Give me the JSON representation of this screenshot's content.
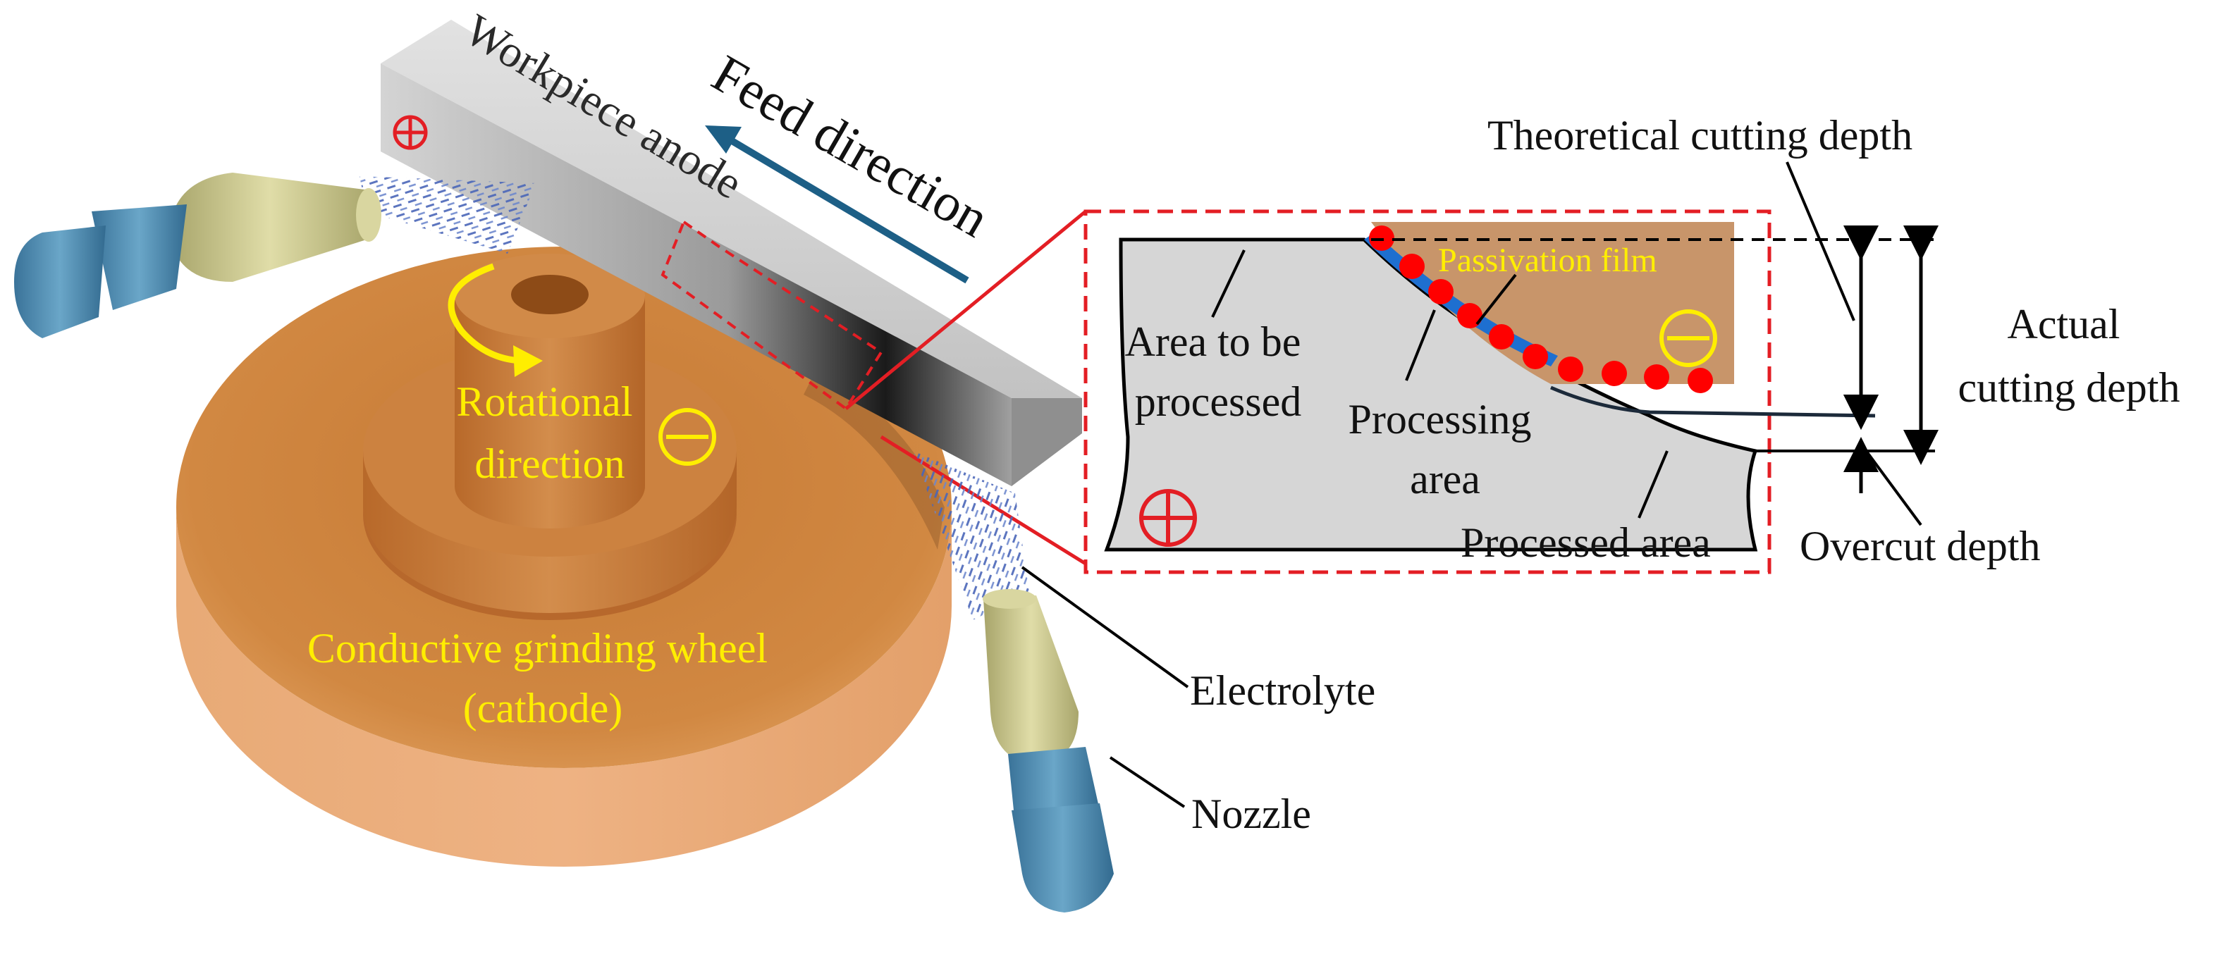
{
  "labels": {
    "workpiece_anode": "Workpiece anode",
    "feed_direction": "Feed direction",
    "rotational_line1": "Rotational",
    "rotational_line2": "direction",
    "wheel_line1": "Conductive grinding wheel",
    "wheel_line2": "(cathode)",
    "electrolyte": "Electrolyte",
    "nozzle": "Nozzle",
    "area_to_be_line1": "Area to be",
    "area_to_be_line2": "processed",
    "processing_line1": "Processing",
    "processing_line2": "area",
    "processed_area": "Processed area",
    "passivation_film": "Passivation film",
    "theoretical_depth": "Theoretical cutting depth",
    "actual_line1": "Actual",
    "actual_line2": "cutting depth",
    "overcut_depth": "Overcut depth"
  },
  "colors": {
    "wheel": "#d58a45",
    "workpiece": "#bdbdbd",
    "nozzle_tip": "#c9c690",
    "nozzle_body": "#4f8cb0",
    "feed_arrow": "#1d5f86",
    "inset_border": "#e31e24",
    "passivation_dot": "#ff0000",
    "passivation_film": "#1e6fd0",
    "cathode_fill": "#c8956a",
    "label_highlight": "#ffee00"
  },
  "icons": {
    "anode_symbol": "circle-plus-icon",
    "cathode_symbol": "circle-minus-icon",
    "rotation_arrow": "curved-arrow-icon"
  }
}
